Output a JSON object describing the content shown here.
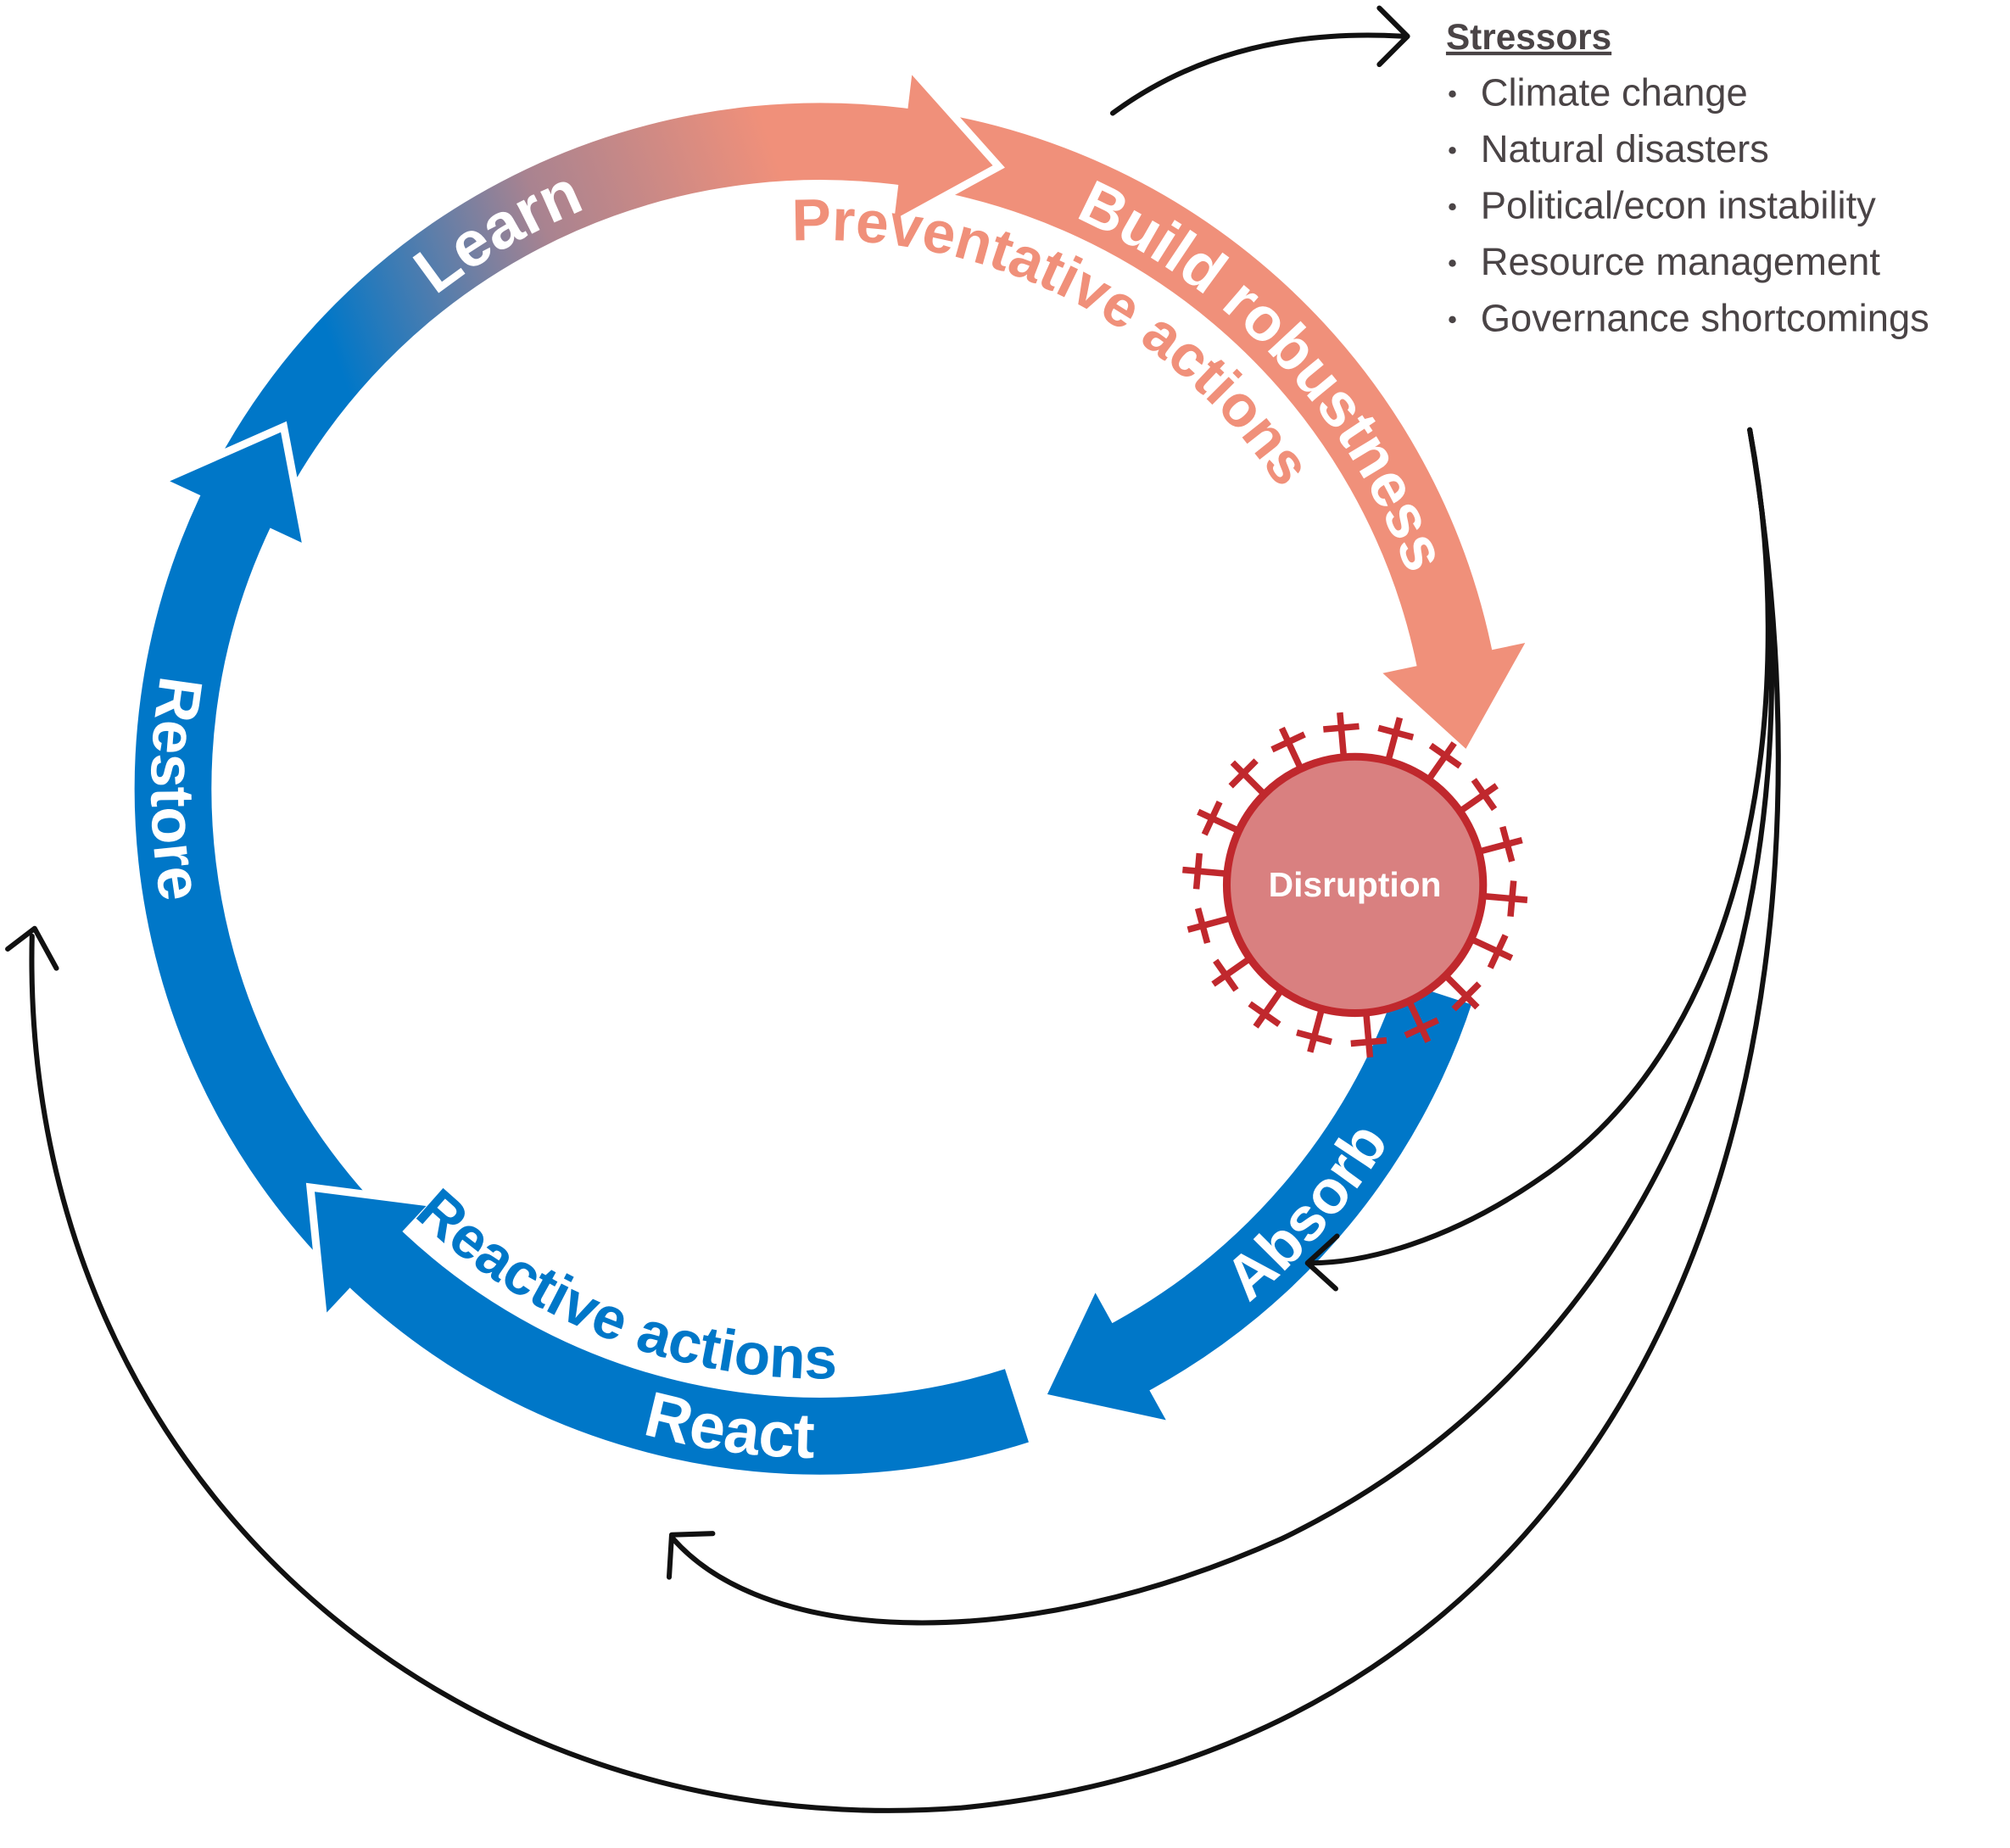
{
  "cycle": {
    "learn": "Learn",
    "build_robustness": "Build robustness",
    "preventative_actions": "Preventative actions",
    "restore": "Restore",
    "reactive_actions": "Reactive actions",
    "react": "React",
    "absorb": "Absorb",
    "disruption": "Disruption"
  },
  "stressors": {
    "title": "Stressors",
    "items": [
      "Climate change",
      "Natural disasters",
      "Political/econ instability",
      "Resource management",
      "Governance shortcomings"
    ]
  },
  "colors": {
    "blue": "#0077c8",
    "salmon": "#f0907a",
    "disruption_fill": "#d98080",
    "disruption_stroke": "#c0282d",
    "text_dark": "#4a4446",
    "connector": "#111111"
  }
}
